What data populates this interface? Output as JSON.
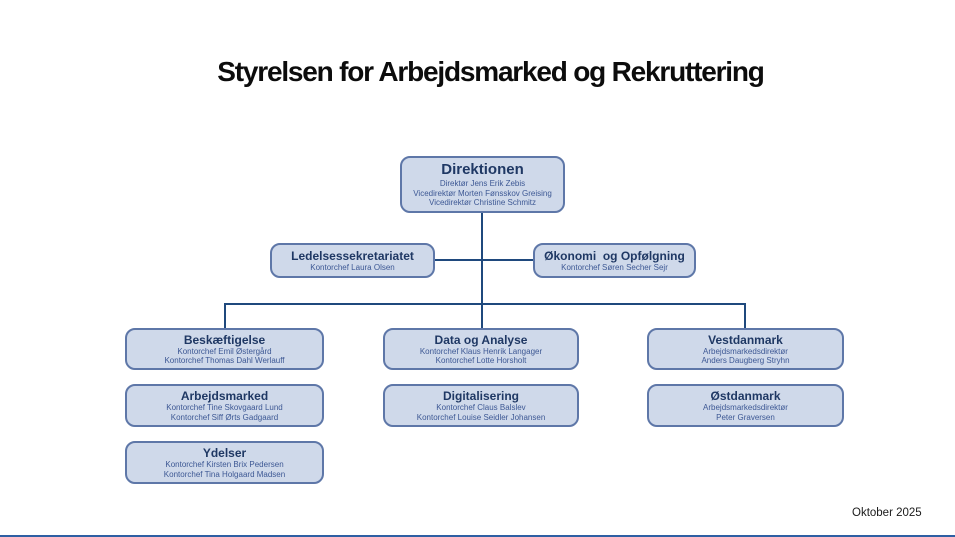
{
  "page": {
    "title": "Styrelsen for Arbejdsmarked og Rekruttering",
    "date_label": "Oktober 2025"
  },
  "colors": {
    "box_fill": "#CFD9EA",
    "box_border": "#5E77A8",
    "node_title_text": "#1F3864",
    "node_body_text": "#3D5894",
    "connector": "#1F497D",
    "title_text": "#0c0c0c"
  },
  "org_chart": {
    "nodes": [
      {
        "id": "direktionen",
        "title": "Direktionen",
        "lines": [
          "Direktør Jens Erik Zebis",
          "Vicedirektør Morten Fønsskov Greising",
          "Vicedirektør Christine Schmitz"
        ]
      },
      {
        "id": "ledelsessekretariatet",
        "title": "Ledelsessekretariatet",
        "lines": [
          "Kontorchef Laura Olsen"
        ]
      },
      {
        "id": "okonomi-og-opfolgning",
        "title": "Økonomi  og Opfølgning",
        "lines": [
          "Kontorchef Søren Secher Sejr"
        ]
      },
      {
        "id": "beskaeftigelse",
        "title": "Beskæftigelse",
        "lines": [
          "Kontorchef Emil Østergård",
          "Kontorchef Thomas Dahl Werlauff"
        ]
      },
      {
        "id": "data-og-analyse",
        "title": "Data og Analyse",
        "lines": [
          "Kontorchef Klaus Henrik Langager",
          "Kontorchef Lotte Horsholt"
        ]
      },
      {
        "id": "vestdanmark",
        "title": "Vestdanmark",
        "lines": [
          "Arbejdsmarkedsdirektør",
          "Anders Daugberg Stryhn"
        ]
      },
      {
        "id": "arbejdsmarked",
        "title": "Arbejdsmarked",
        "lines": [
          "Kontorchef Tine Skovgaard Lund",
          "Kontorchef Siff Ørts Gadgaard"
        ]
      },
      {
        "id": "digitalisering",
        "title": "Digitalisering",
        "lines": [
          "Kontorchef Claus Balslev",
          "Kontorchef Louise Seidler Johansen"
        ]
      },
      {
        "id": "ostdanmark",
        "title": "Østdanmark",
        "lines": [
          "Arbejdsmarkedsdirektør",
          "Peter Graversen"
        ]
      },
      {
        "id": "ydelser",
        "title": "Ydelser",
        "lines": [
          "Kontorchef Kirsten Brix Pedersen",
          "Kontorchef Tina Holgaard Madsen"
        ]
      }
    ]
  }
}
